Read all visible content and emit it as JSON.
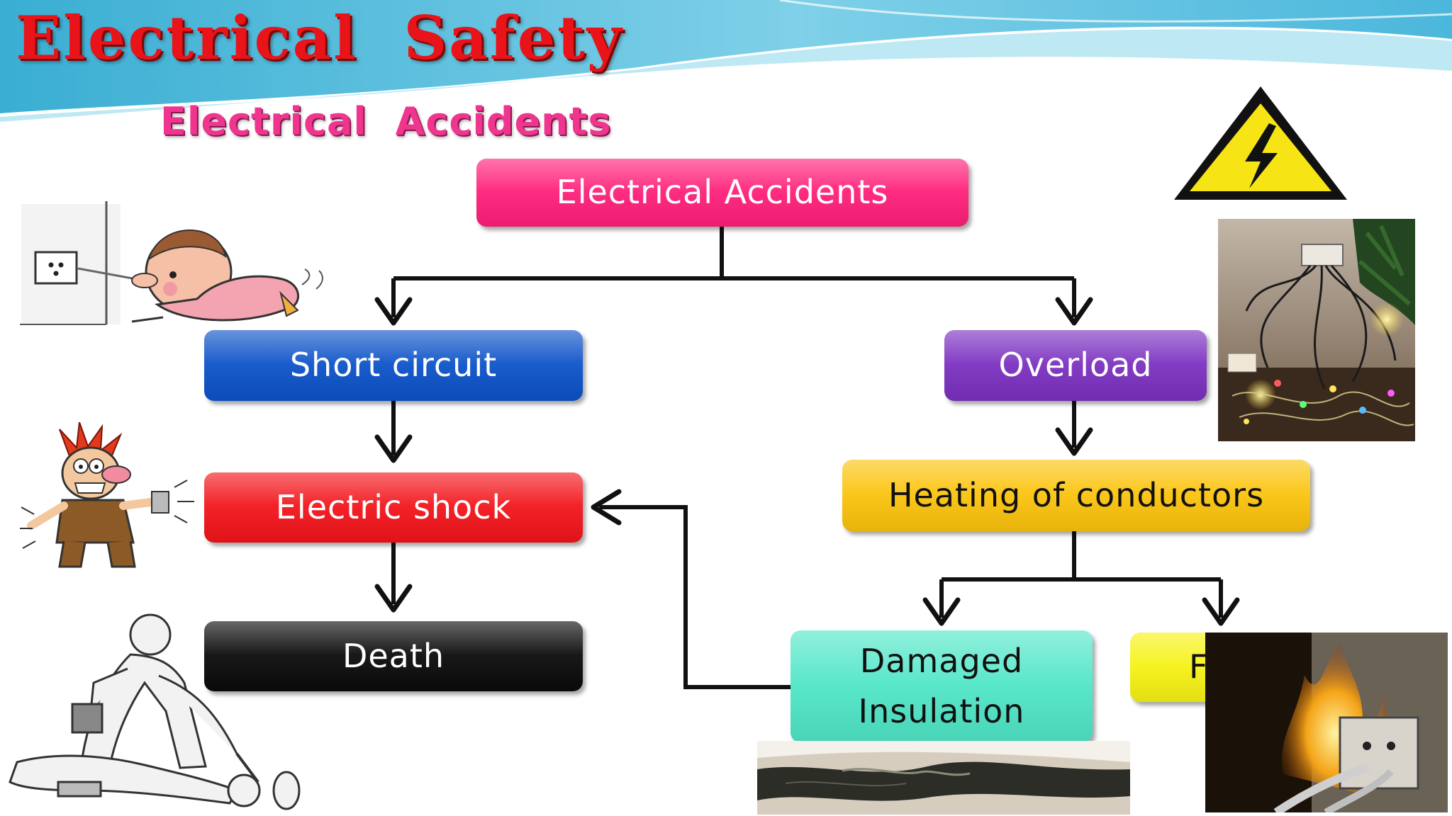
{
  "slide": {
    "title": "Electrical  Safety",
    "subtitle": "Electrical  Accidents"
  },
  "diagram": {
    "nodes": [
      {
        "id": "electrical-accidents",
        "label": "Electrical Accidents",
        "color": "#ff1f7a",
        "text": "light"
      },
      {
        "id": "short-circuit",
        "label": "Short circuit",
        "color": "#0b52c8",
        "text": "light"
      },
      {
        "id": "overload",
        "label": "Overload",
        "color": "#7b30c0",
        "text": "light"
      },
      {
        "id": "electric-shock",
        "label": "Electric shock",
        "color": "#f2141a",
        "text": "light"
      },
      {
        "id": "heating-of-conductors",
        "label": "Heating of conductors",
        "color": "#fbc30c",
        "text": "dark"
      },
      {
        "id": "death",
        "label": "Death",
        "color": "#0a0a0a",
        "text": "light"
      },
      {
        "id": "damaged-insulation",
        "label": "Damaged\nInsulation",
        "color": "#4fe6c7",
        "text": "dark"
      },
      {
        "id": "fire",
        "label": "Fire",
        "color": "#f6f214",
        "text": "dark"
      }
    ],
    "edges": [
      {
        "from": "electrical-accidents",
        "to": "short-circuit"
      },
      {
        "from": "electrical-accidents",
        "to": "overload"
      },
      {
        "from": "short-circuit",
        "to": "electric-shock"
      },
      {
        "from": "electric-shock",
        "to": "death"
      },
      {
        "from": "overload",
        "to": "heating-of-conductors"
      },
      {
        "from": "heating-of-conductors",
        "to": "damaged-insulation"
      },
      {
        "from": "heating-of-conductors",
        "to": "fire"
      },
      {
        "from": "damaged-insulation",
        "to": "electric-shock"
      }
    ]
  },
  "illustrations": [
    "high-voltage-warning-sign",
    "baby-touching-socket",
    "overloaded-wires-photo",
    "shocked-man-cartoon",
    "rescue-sketch",
    "damaged-cable-photo",
    "socket-fire-photo"
  ],
  "colors": {
    "title": "#e8141a",
    "subtitle": "#f0358f",
    "header_band": "#46b8d8",
    "connector": "#111111"
  }
}
